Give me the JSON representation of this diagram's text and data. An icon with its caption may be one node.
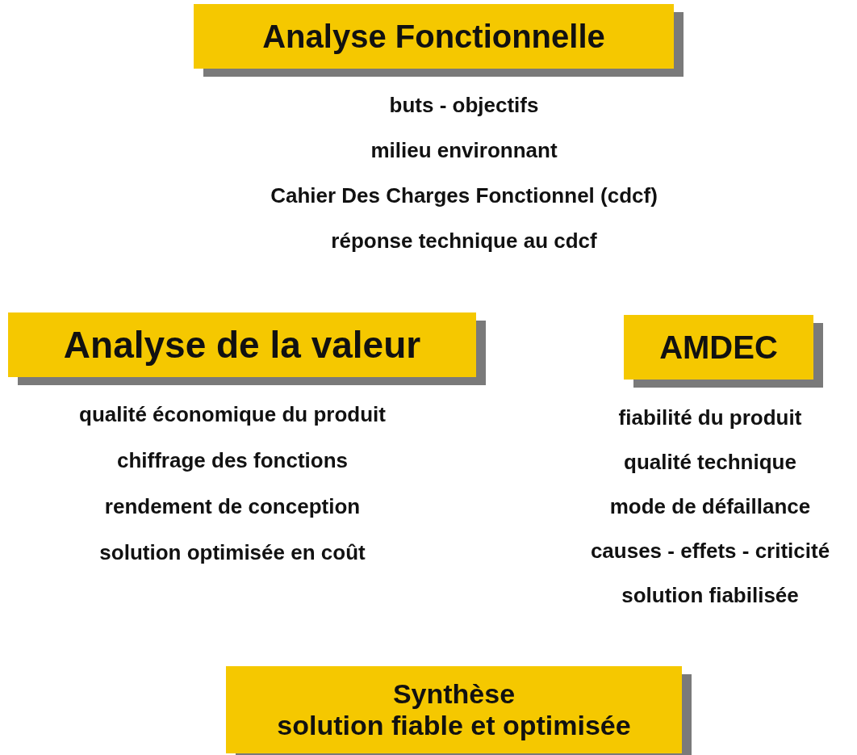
{
  "diagram": {
    "nodes": [
      {
        "text": [
          "Analyse Fonctionnelle"
        ],
        "beside": [
          "buts - objectifs",
          "milieu environnant",
          "Cahier Des Charges Fonctionnel (cdcf)",
          "réponse technique au cdcf"
        ]
      },
      {
        "text": [
          "Analyse de la valeur"
        ],
        "beside": [
          "qualité économique du produit",
          "chiffrage des fonctions",
          "rendement de conception",
          "solution optimisée en coût"
        ]
      },
      {
        "text": [
          "AMDEC"
        ],
        "beside": [
          "fiabilité du produit",
          "qualité technique",
          "mode de défaillance",
          "causes - effets - criticité",
          "solution fiabilisée"
        ]
      },
      {
        "text": [
          "Synthèse",
          "solution fiable et optimisée"
        ]
      }
    ]
  }
}
